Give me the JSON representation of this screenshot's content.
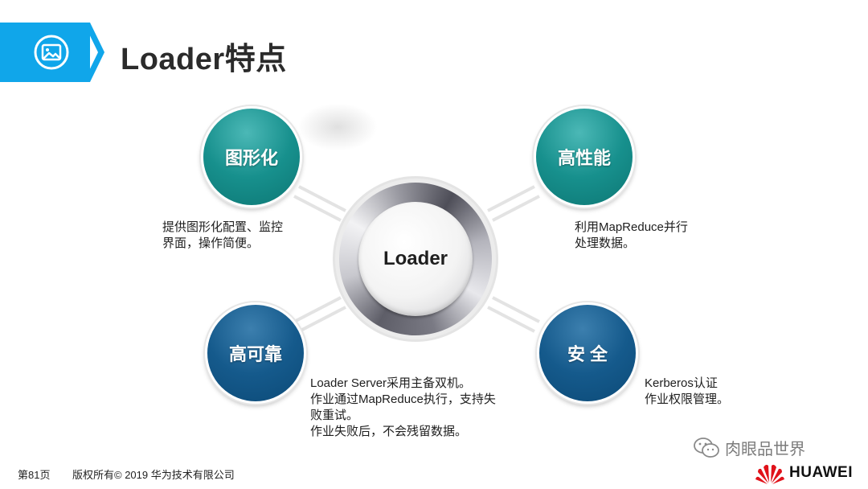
{
  "header": {
    "title": "Loader特点",
    "icon": "image-icon",
    "accent_color": "#10a6ea"
  },
  "hub": {
    "label": "Loader"
  },
  "features": [
    {
      "label": "图形化",
      "color": "teal",
      "description": [
        "提供图形化配置、监控",
        "界面，操作简便。"
      ]
    },
    {
      "label": "高性能",
      "color": "teal",
      "description": [
        "利用MapReduce并行",
        "处理数据。"
      ]
    },
    {
      "label": "高可靠",
      "color": "blue",
      "description": [
        "Loader Server采用主备双机。",
        "作业通过MapReduce执行，支持失",
        "败重试。",
        "作业失败后，不会残留数据。"
      ]
    },
    {
      "label": "安 全",
      "color": "blue",
      "description": [
        "Kerberos认证",
        "作业权限管理。"
      ]
    }
  ],
  "footer": {
    "page": "第81页",
    "copyright": "版权所有© 2019 华为技术有限公司"
  },
  "watermark": {
    "text": "肉眼品世界",
    "icon": "wechat-icon"
  },
  "brand": {
    "name": "HUAWEI",
    "logo_color": "#e0121a"
  }
}
